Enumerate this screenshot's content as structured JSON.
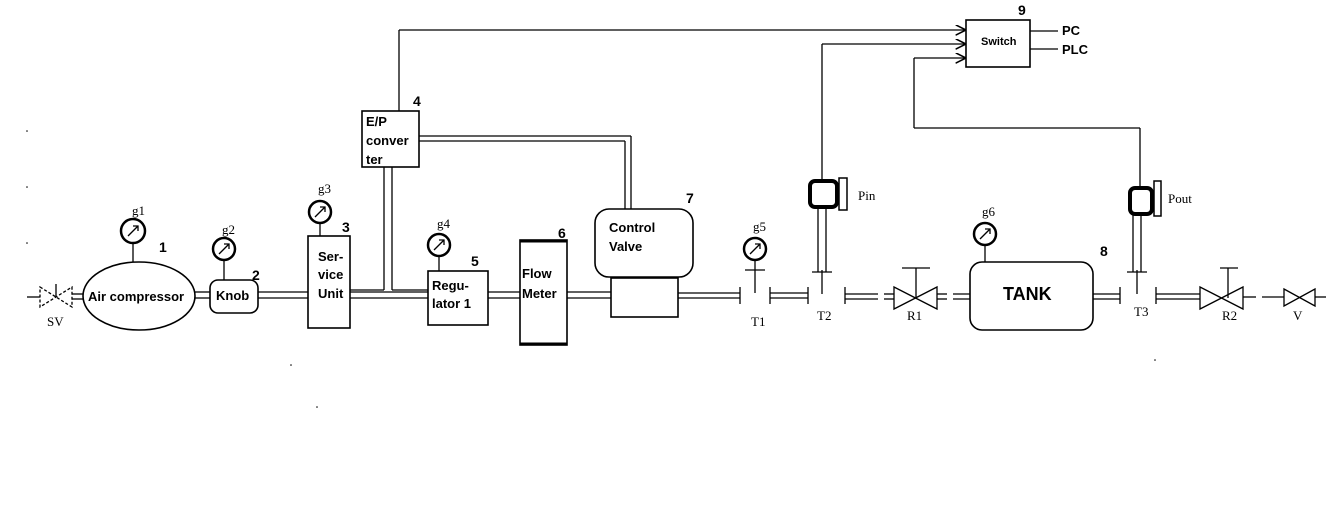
{
  "components": {
    "air_compressor": "Air compressor",
    "knob": "Knob",
    "service_unit": [
      "Ser-",
      "vice",
      "Unit"
    ],
    "ep_converter": [
      "E/P",
      "conver",
      "ter"
    ],
    "regulator": [
      "Regu-",
      "lator 1"
    ],
    "flow_meter": [
      "Flow",
      "Meter"
    ],
    "control_valve": [
      "Control",
      "Valve"
    ],
    "tank": "TANK",
    "switch": "Switch"
  },
  "numbers": {
    "n1": "1",
    "n2": "2",
    "n3": "3",
    "n4": "4",
    "n5": "5",
    "n6": "6",
    "n7": "7",
    "n8": "8",
    "n9": "9"
  },
  "gauges": {
    "g1": "g1",
    "g2": "g2",
    "g3": "g3",
    "g4": "g4",
    "g5": "g5",
    "g6": "g6"
  },
  "pipe_labels": {
    "sv": "SV",
    "t1": "T1",
    "t2": "T2",
    "t3": "T3",
    "r1": "R1",
    "r2": "R2",
    "v": "V"
  },
  "sensors": {
    "pin": "Pin",
    "pout": "Pout"
  },
  "outputs": {
    "pc": "PC",
    "plc": "PLC"
  }
}
